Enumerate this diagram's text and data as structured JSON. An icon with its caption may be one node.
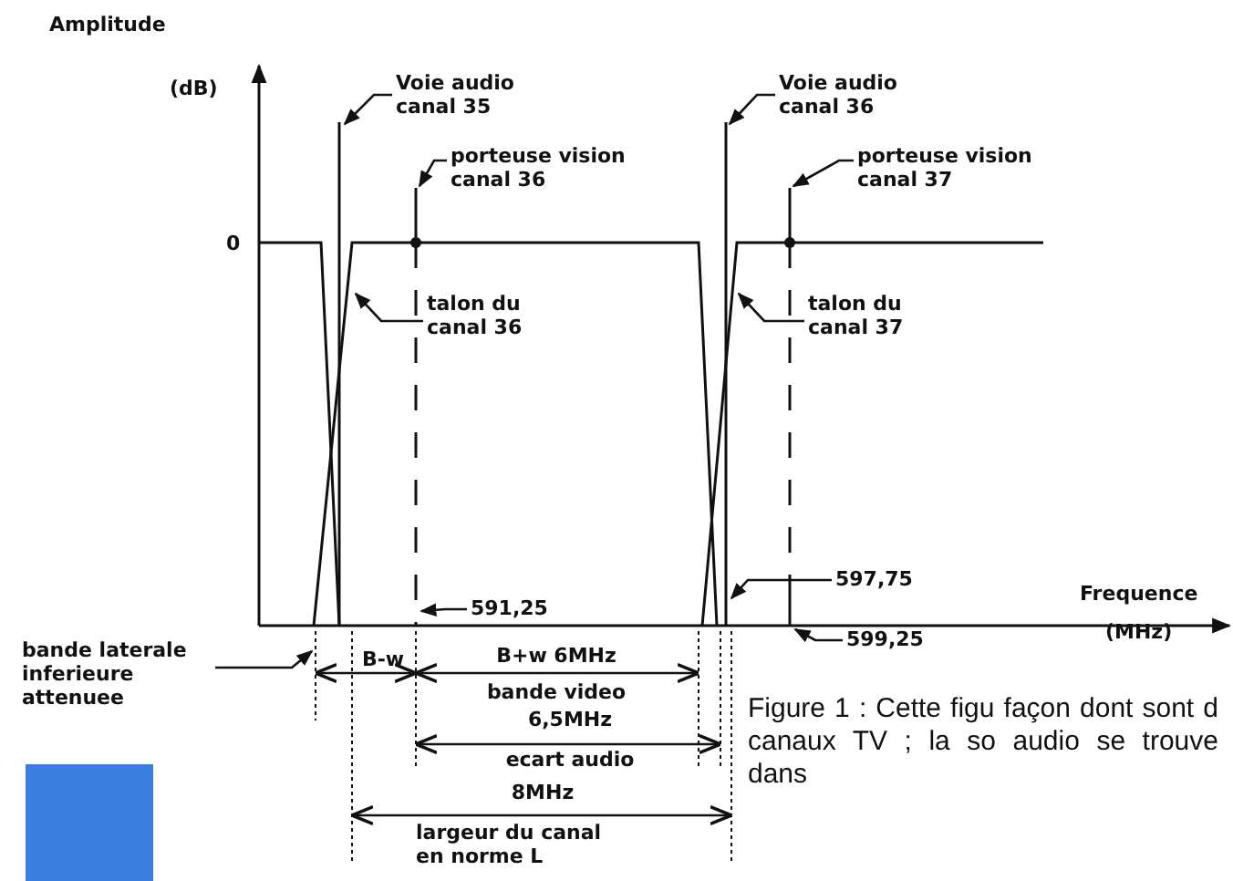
{
  "diagram": {
    "caption": "Figure 1 : Cette figu façon dont sont d canaux TV ; la so audio se trouve dans",
    "nodes": [
      {
        "text": [
          "Voie audio canal 35"
        ]
      },
      {
        "text": [
          "porteuse vision canal 36"
        ]
      },
      {
        "text": [
          "talon du canal 36"
        ]
      },
      {
        "text": [
          "Voie audio canal 36"
        ]
      },
      {
        "text": [
          "porteuse vision canal 37"
        ]
      },
      {
        "text": [
          "talon du canal 37"
        ]
      },
      {
        "text": [
          "591,25"
        ]
      },
      {
        "text": [
          "597,75"
        ]
      },
      {
        "text": [
          "599,25"
        ]
      },
      {
        "text": [
          "bande laterale inferieure attenuee"
        ]
      }
    ],
    "edges": [
      {
        "from": 0,
        "to": null,
        "arrow": "to"
      },
      {
        "from": 1,
        "to": null,
        "arrow": "to"
      },
      {
        "from": 2,
        "to": null,
        "arrow": "to"
      },
      {
        "from": 3,
        "to": null,
        "arrow": "to"
      },
      {
        "from": 4,
        "to": null,
        "arrow": "to"
      },
      {
        "from": 5,
        "to": null,
        "arrow": "to"
      },
      {
        "from": 6,
        "to": null,
        "arrow": "to"
      },
      {
        "from": 7,
        "to": null,
        "arrow": "to"
      },
      {
        "from": 8,
        "to": null,
        "arrow": "to"
      },
      {
        "from": 9,
        "to": null,
        "arrow": "to"
      }
    ],
    "labels": [
      "Amplitude",
      "(dB)",
      "0",
      "Frequence",
      "(MHz)",
      "B-w",
      "B+w 6MHz",
      "bande video",
      "6,5MHz",
      "ecart audio",
      "8MHz",
      "largeur du canal en norme L"
    ]
  }
}
